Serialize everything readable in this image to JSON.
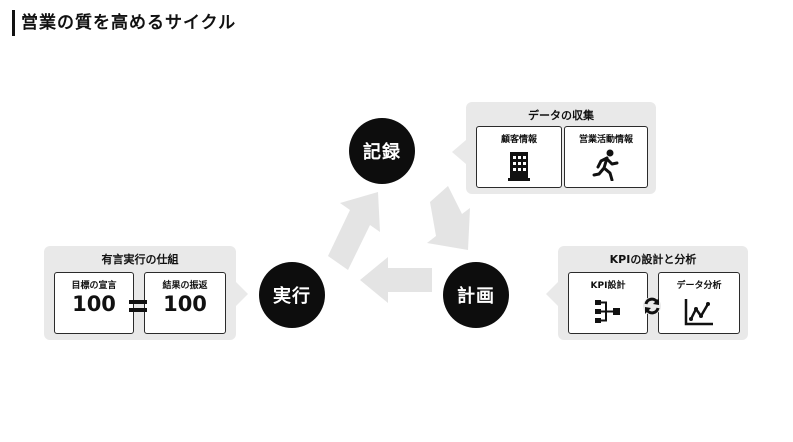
{
  "page": {
    "title": "営業の質を高めるサイクル"
  },
  "nodes": {
    "record": "記録",
    "plan": "計画",
    "execute": "実行"
  },
  "panels": {
    "data_collection": {
      "title": "データの収集",
      "cards": [
        {
          "label": "顧客情報",
          "icon": "building-icon"
        },
        {
          "label": "営業活動情報",
          "icon": "running-person-icon"
        }
      ]
    },
    "kpi": {
      "title": "KPIの設計と分析",
      "cards": [
        {
          "label": "KPI設計",
          "icon": "tree-structure-icon"
        },
        {
          "label": "データ分析",
          "icon": "line-chart-icon"
        }
      ],
      "connector_icon": "refresh-cycle-icon"
    },
    "declaration": {
      "title": "有言実行の仕組",
      "cards": [
        {
          "label": "目標の宣言",
          "value": "100"
        },
        {
          "label": "結果の振返",
          "value": "100"
        }
      ],
      "connector_icon": "equals-icon"
    }
  },
  "colors": {
    "node": "#0d0d0d",
    "panel": "#e9e9e9",
    "arrow": "#e4e4e4"
  }
}
